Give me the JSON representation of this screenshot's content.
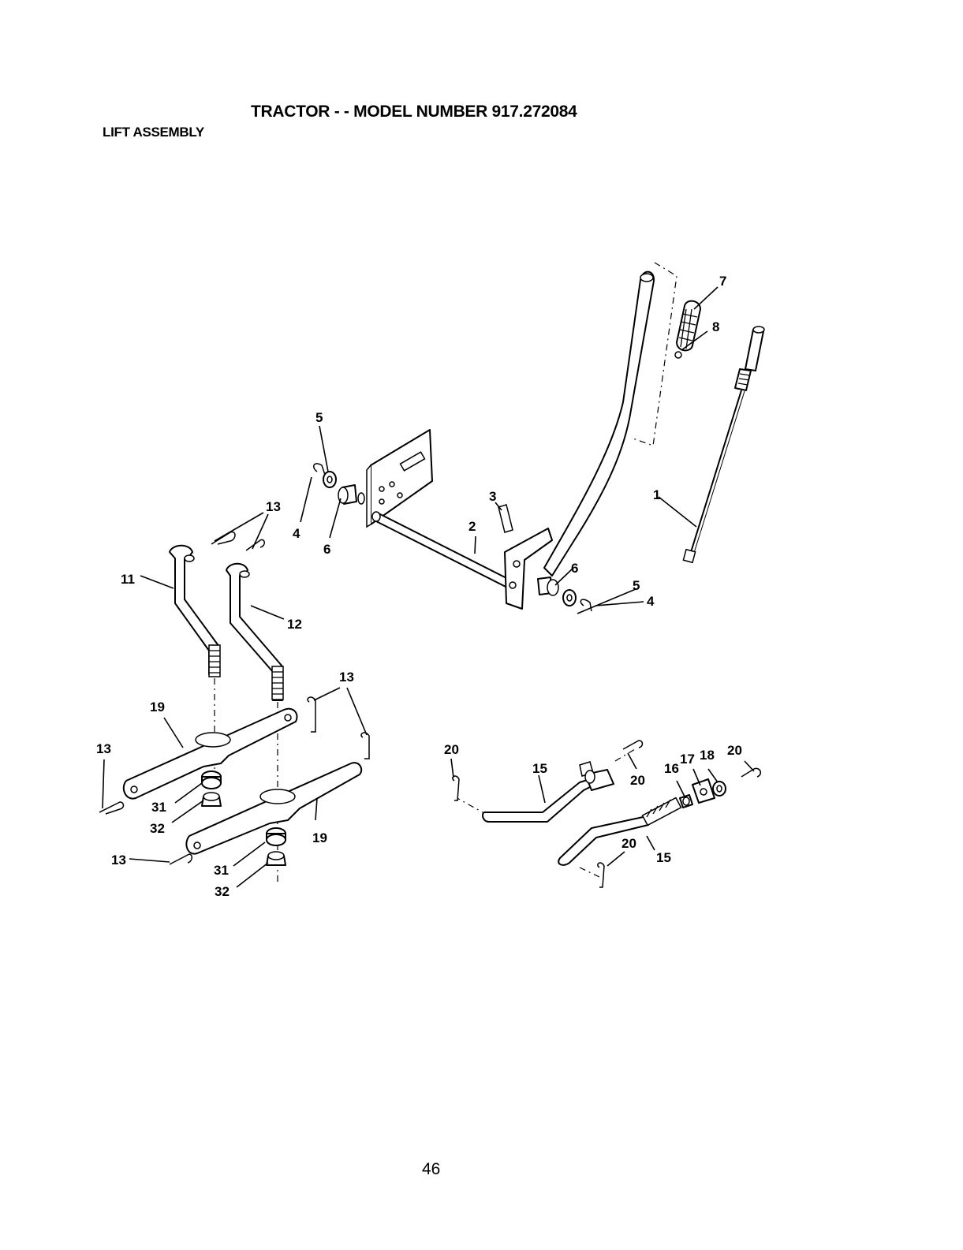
{
  "header": {
    "title": "TRACTOR - - MODEL NUMBER 917.272084",
    "subtitle": "LIFT ASSEMBLY"
  },
  "callouts": {
    "c1": "1",
    "c2": "2",
    "c3": "3",
    "c4a": "4",
    "c4b": "4",
    "c5a": "5",
    "c5b": "5",
    "c6a": "6",
    "c6b": "6",
    "c7": "7",
    "c8": "8",
    "c11": "11",
    "c12": "12",
    "c13a": "13",
    "c13b": "13",
    "c13c": "13",
    "c13d": "13",
    "c15a": "15",
    "c15b": "15",
    "c16": "16",
    "c17": "17",
    "c18": "18",
    "c19a": "19",
    "c19b": "19",
    "c20a": "20",
    "c20b": "20",
    "c20c": "20",
    "c20d": "20",
    "c31a": "31",
    "c31b": "31",
    "c32a": "32",
    "c32b": "32"
  },
  "footer": {
    "page_number": "46"
  }
}
